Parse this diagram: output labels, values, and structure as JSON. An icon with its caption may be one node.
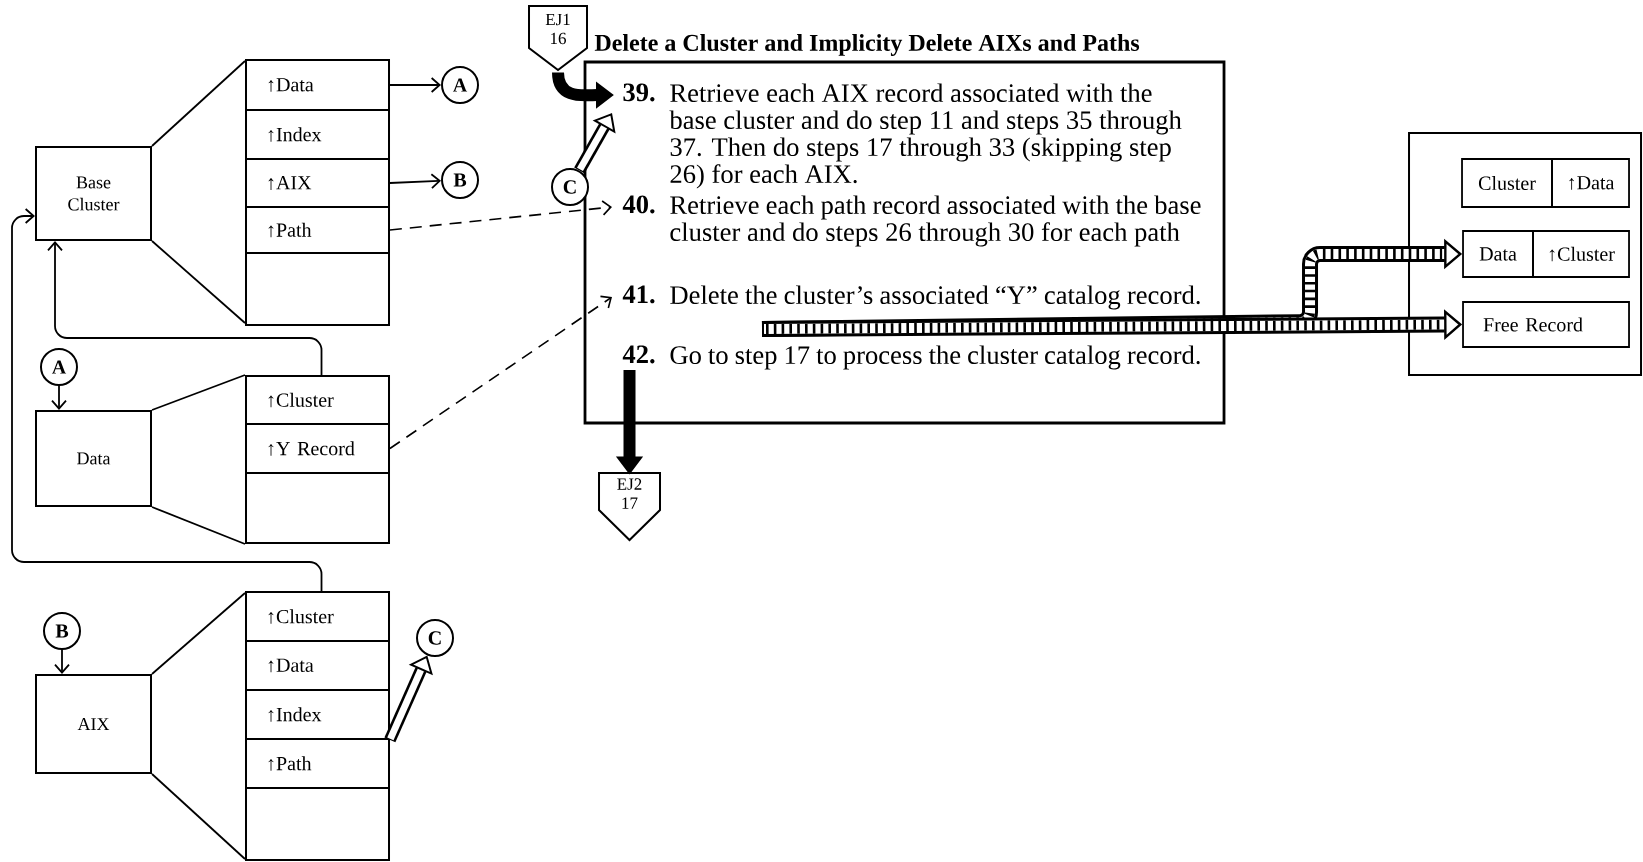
{
  "diagram": {
    "nodes": [
      {
        "text": [
          "Base Cluster"
        ]
      },
      {
        "text": [],
        "shape": "box"
      },
      {
        "text": [
          "↑Data"
        ],
        "in": 1
      },
      {
        "text": [
          "↑Index"
        ],
        "in": 1
      },
      {
        "text": [
          "↑AIX"
        ],
        "in": 1
      },
      {
        "text": [
          "↑Path"
        ],
        "in": 1
      },
      {
        "text": [
          "A"
        ]
      },
      {
        "text": [
          "B"
        ]
      },
      {
        "text": [
          "A"
        ]
      },
      {
        "text": [
          "Data"
        ]
      },
      {
        "text": [],
        "shape": "box"
      },
      {
        "text": [
          "↑Cluster"
        ],
        "in": 10
      },
      {
        "text": [
          "↑Y Record"
        ],
        "in": 10
      },
      {
        "text": [
          "B"
        ]
      },
      {
        "text": [
          "AIX"
        ]
      },
      {
        "text": [],
        "shape": "box"
      },
      {
        "text": [
          "↑Cluster"
        ],
        "in": 15
      },
      {
        "text": [
          "↑Data"
        ],
        "in": 15
      },
      {
        "text": [
          "↑Index"
        ],
        "in": 15
      },
      {
        "text": [
          "↑Path"
        ],
        "in": 15
      },
      {
        "text": [
          "C"
        ]
      },
      {
        "text": [
          "EJ1",
          "16"
        ]
      },
      {
        "text": [
          "Delete a Cluster and Implicity Delete AIXs and Paths"
        ]
      },
      {
        "text": [
          "39.",
          "Retrieve each AIX record associated with the base cluster and do step 11 and steps 35 through 37. Then do steps 17 through 33 (skipping step 26) for each AIX."
        ],
        "in": 22
      },
      {
        "text": [
          "40.",
          "Retrieve each path record associated with the base cluster and do steps 26 through 30 for each path"
        ],
        "in": 22
      },
      {
        "text": [
          "41.",
          "Delete the cluster’s associated “Y” catalog record."
        ],
        "in": 22
      },
      {
        "text": [
          "42.",
          "Go to step 17 to process the cluster catalog record."
        ],
        "in": 22
      },
      {
        "text": [
          "C"
        ]
      },
      {
        "text": [
          "EJ2",
          "17"
        ]
      },
      {
        "text": [],
        "shape": "box"
      },
      {
        "text": [
          "Cluster"
        ],
        "in": 29
      },
      {
        "text": [
          "↑Data"
        ],
        "in": 29
      },
      {
        "text": [
          "Data"
        ],
        "in": 29
      },
      {
        "text": [
          "↑Cluster"
        ],
        "in": 29
      },
      {
        "text": [
          "Free Record"
        ],
        "in": 29
      }
    ],
    "edges": [
      {
        "from": 2,
        "to": 6,
        "arrow": "to"
      },
      {
        "from": 4,
        "to": 7,
        "arrow": "to"
      },
      {
        "from": 5,
        "to": 24,
        "arrow": "to",
        "style": "dashed"
      },
      {
        "from": 12,
        "to": 25,
        "arrow": "to",
        "style": "dashed"
      },
      {
        "from": 11,
        "to": 0,
        "arrow": "to"
      },
      {
        "from": 16,
        "to": 0,
        "arrow": "to"
      },
      {
        "from": 8,
        "to": 9,
        "arrow": "to"
      },
      {
        "from": 13,
        "to": 14,
        "arrow": "to"
      },
      {
        "from": 18,
        "to": 20,
        "arrow": "to",
        "style": "thick"
      },
      {
        "from": 27,
        "to": 23,
        "arrow": "to",
        "style": "thick"
      },
      {
        "from": 21,
        "to": 23,
        "arrow": "to",
        "style": "thick"
      },
      {
        "from": 26,
        "to": 28,
        "arrow": "to",
        "style": "thick"
      },
      {
        "from": 25,
        "to": 32,
        "arrow": "to",
        "style": "thick"
      },
      {
        "from": 25,
        "to": 34,
        "arrow": "to",
        "style": "thick"
      },
      {
        "from": 0,
        "to": 1,
        "arrow": "none"
      },
      {
        "from": 0,
        "to": 1,
        "arrow": "none"
      },
      {
        "from": 9,
        "to": 10,
        "arrow": "none"
      },
      {
        "from": 9,
        "to": 10,
        "arrow": "none"
      },
      {
        "from": 14,
        "to": 15,
        "arrow": "none"
      },
      {
        "from": 14,
        "to": 15,
        "arrow": "none"
      }
    ]
  }
}
